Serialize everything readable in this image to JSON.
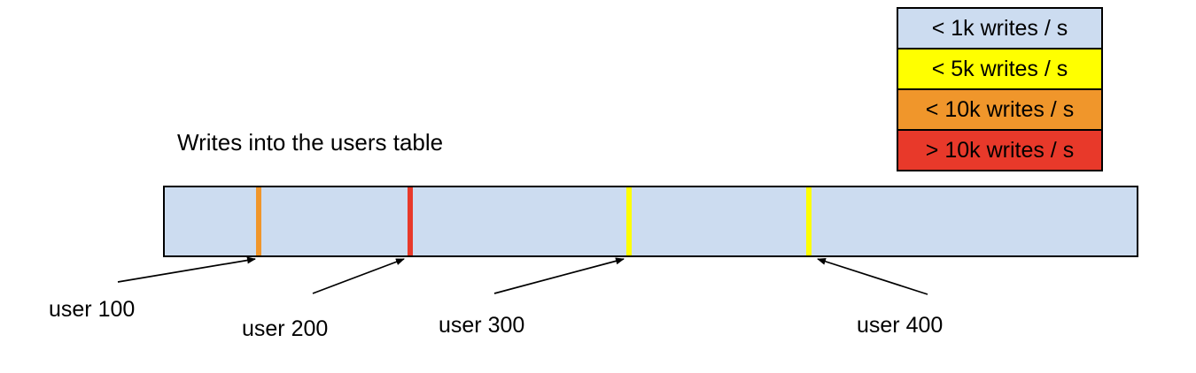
{
  "title": "Writes into the users table",
  "legend": {
    "items": [
      {
        "label": "< 1k writes / s",
        "color": "#ccdcf0"
      },
      {
        "label": "< 5k writes / s",
        "color": "#ffff00"
      },
      {
        "label": "< 10k writes / s",
        "color": "#f0962b"
      },
      {
        "label": "> 10k writes / s",
        "color": "#e8392a"
      }
    ]
  },
  "bar": {
    "fill": "#ccdcf0",
    "border": "#000000"
  },
  "markers": [
    {
      "label": "user 100",
      "color": "#f0962b"
    },
    {
      "label": "user 200",
      "color": "#e8392a"
    },
    {
      "label": "user 300",
      "color": "#ffff00"
    },
    {
      "label": "user 400",
      "color": "#ffff00"
    }
  ]
}
